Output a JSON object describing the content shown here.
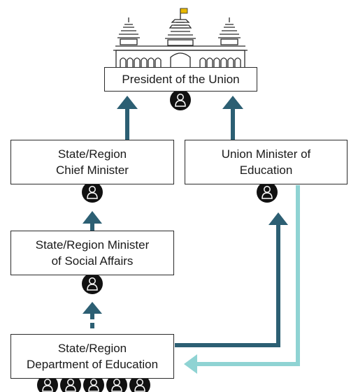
{
  "nodes": {
    "president": "President of the Union",
    "chief_minister": "State/Region\nChief Minister",
    "union_minister": "Union Minister of\nEducation",
    "social_affairs": "State/Region Minister\nof Social Affairs",
    "department": "State/Region\nDepartment of Education"
  },
  "icons": {
    "building": "parliament-building-icon",
    "flag": "flag-icon",
    "person": "person-icon"
  },
  "colors": {
    "dark_teal": "#2c5f73",
    "light_teal": "#8fd3d3",
    "border": "#2b2b2b",
    "flag_yellow": "#e8b800"
  }
}
